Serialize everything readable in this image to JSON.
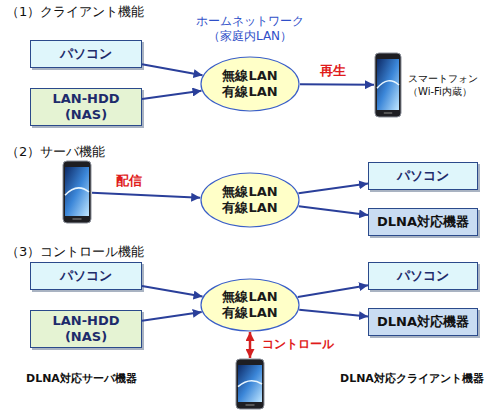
{
  "diagram": {
    "nodes": [
      {
        "text": [
          "パソコン"
        ]
      },
      {
        "text": [
          "LAN-HDD (NAS)"
        ]
      },
      {
        "text": [
          "無線LAN 有線LAN"
        ]
      },
      {
        "text": [
          "スマートフォン （Wi-Fi内蔵）"
        ]
      },
      {
        "text": []
      },
      {
        "text": [
          "無線LAN 有線LAN"
        ]
      },
      {
        "text": [
          "パソコン"
        ]
      },
      {
        "text": [
          "DLNA対応機器"
        ]
      },
      {
        "text": [
          "パソコン"
        ]
      },
      {
        "text": [
          "LAN-HDD (NAS)"
        ]
      },
      {
        "text": [
          "無線LAN 有線LAN"
        ]
      },
      {
        "text": [
          "パソコン"
        ]
      },
      {
        "text": [
          "DLNA対応機器"
        ]
      },
      {
        "text": []
      }
    ],
    "edges": [
      {
        "from": 0,
        "to": 2,
        "arrow": "to"
      },
      {
        "from": 1,
        "to": 2,
        "arrow": "to"
      },
      {
        "from": 2,
        "to": 3,
        "label": "再生",
        "arrow": "to"
      },
      {
        "from": 4,
        "to": 5,
        "label": "配信",
        "arrow": "to"
      },
      {
        "from": 5,
        "to": 6,
        "arrow": "to"
      },
      {
        "from": 5,
        "to": 7,
        "arrow": "to"
      },
      {
        "from": 8,
        "to": 10,
        "arrow": "to"
      },
      {
        "from": 9,
        "to": 10,
        "arrow": "to"
      },
      {
        "from": 10,
        "to": 11,
        "arrow": "to"
      },
      {
        "from": 10,
        "to": 12,
        "arrow": "to"
      },
      {
        "from": 10,
        "to": 13,
        "label": "コントロール",
        "arrow": "both"
      }
    ],
    "labels": [
      "（1）クライアント機能",
      "ホームネットワーク （家庭内LAN）",
      "（2）サーバ機能",
      "（3）コントロール機能",
      "DLNA対応サーバ機器",
      "DLNA対応クライアント機器"
    ]
  }
}
